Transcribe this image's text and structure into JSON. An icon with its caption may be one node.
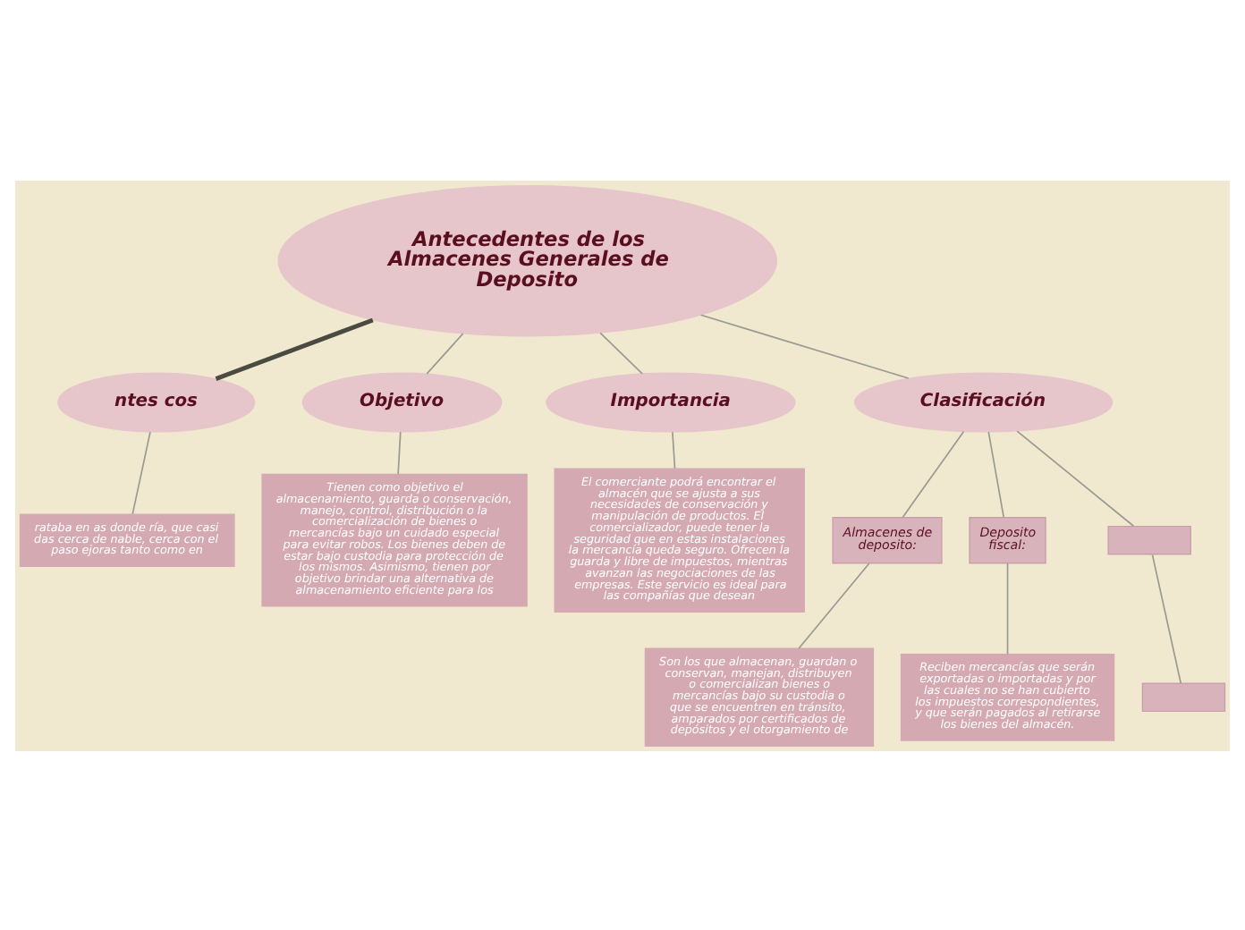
{
  "diagram": {
    "nodes": [
      {
        "text": [
          "Antecedentes de los Almacenes Generales de Deposito"
        ]
      },
      {
        "text": [
          "ntes cos"
        ]
      },
      {
        "text": [
          "Objetivo"
        ]
      },
      {
        "text": [
          "Importancia"
        ]
      },
      {
        "text": [
          "Clasificación"
        ]
      },
      {
        "text": [
          "rataba en as donde ría, que casi das cerca de nable, cerca con el paso ejoras tanto como en"
        ]
      },
      {
        "text": [
          "Tienen como objetivo el almacenamiento, guarda o conservación, manejo, control, distribución o la comercialización de bienes o mercancías bajo un cuidado especial para evitar robos. Los bienes deben de estar bajo custodia para protección de los mismos. Asimismo, tienen por objetivo brindar una alternativa de almacenamiento eficiente para los"
        ]
      },
      {
        "text": [
          "El comerciante podrá encontrar el almacén que se ajusta a sus necesidades de conservación y manipulación de productos. El comercializador, puede tener la seguridad que en estas instalaciones la mercancía queda seguro. Ofrecen la guarda y libre de impuestos, mientras avanzan las negociaciones de las empresas. Este servicio es ideal para las compañías que desean"
        ]
      },
      {
        "text": [
          "Almacenes de deposito:"
        ]
      },
      {
        "text": [
          "Deposito fiscal:"
        ]
      },
      {
        "text": [
          "Son los que almacenan, guardan o conservan, manejan, distribuyen o comercializan bienes o mercancías bajo su custodia o que se encuentren en tránsito, amparados por certificados de depósitos y el otorgamiento de"
        ]
      },
      {
        "text": [
          "Reciben mercancías que serán exportadas o importadas y por las cuales no se han cubierto los impuestos correspondientes, y que serán pagados al retirarse los bienes del almacén."
        ]
      },
      {
        "text": [],
        "shape": "box"
      },
      {
        "text": [],
        "shape": "box"
      }
    ],
    "edges": [
      {
        "from": 0,
        "to": 1,
        "arrow": "none",
        "style": "thick",
        "color": "#4a4a40"
      },
      {
        "from": 0,
        "to": 2,
        "arrow": "none"
      },
      {
        "from": 0,
        "to": 3,
        "arrow": "none"
      },
      {
        "from": 0,
        "to": 4,
        "arrow": "none"
      },
      {
        "from": 1,
        "to": 5,
        "arrow": "none"
      },
      {
        "from": 2,
        "to": 6,
        "arrow": "none"
      },
      {
        "from": 3,
        "to": 7,
        "arrow": "none"
      },
      {
        "from": 4,
        "to": 8,
        "arrow": "none"
      },
      {
        "from": 4,
        "to": 9,
        "arrow": "none"
      },
      {
        "from": 4,
        "to": 12,
        "arrow": "none"
      },
      {
        "from": 8,
        "to": 10,
        "arrow": "none"
      },
      {
        "from": 9,
        "to": 11,
        "arrow": "none"
      },
      {
        "from": 12,
        "to": 13,
        "arrow": "none"
      }
    ]
  }
}
